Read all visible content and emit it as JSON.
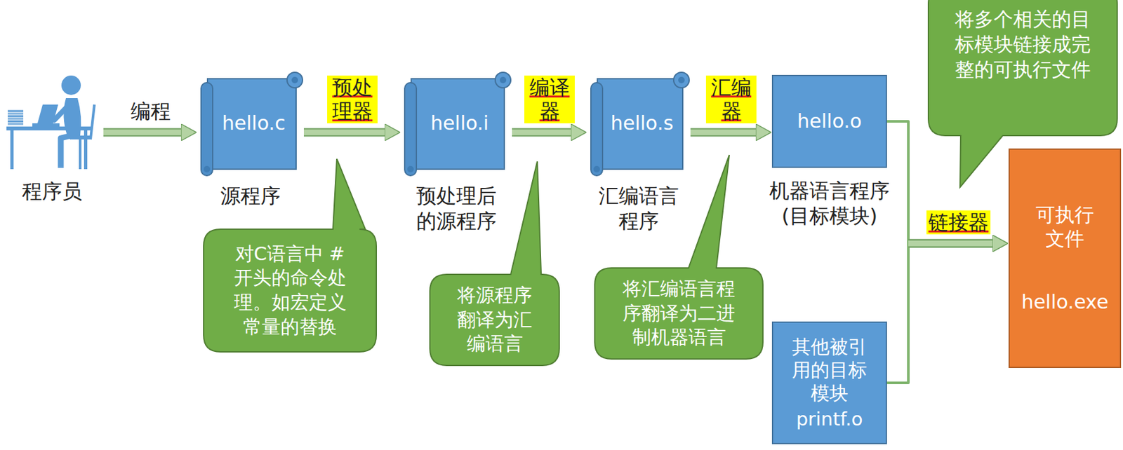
{
  "diagram": {
    "nodes": [
      {
        "text": [
          "程序员"
        ]
      },
      {
        "text": [
          "hello.c",
          "源程序"
        ]
      },
      {
        "text": [
          "hello.i",
          "预处理后 的源程序"
        ]
      },
      {
        "text": [
          "hello.s",
          "汇编语言 程序"
        ]
      },
      {
        "text": [
          "hello.o",
          "机器语言程序 (目标模块)"
        ]
      },
      {
        "text": [
          "将多个相关的目 标模块链接成完 整的可执行文件"
        ]
      },
      {
        "text": [
          "可执行 文件",
          "hello.exe"
        ]
      },
      {
        "text": [
          "对C语言中 # 开头的命令处 理。如宏定义 常量的替换"
        ]
      },
      {
        "text": [
          "将源程序 翻译为汇 编语言"
        ]
      },
      {
        "text": [
          "将汇编语言程 序翻译为二进 制机器语言"
        ]
      },
      {
        "text": [
          "其他被引 用的目标 模块",
          "printf.o"
        ]
      }
    ],
    "edges": [
      {
        "from": 0,
        "to": 1,
        "label": "编程",
        "arrow": "to"
      },
      {
        "from": 1,
        "to": 2,
        "label": "预处 理器",
        "arrow": "to"
      },
      {
        "from": 2,
        "to": 3,
        "label": "编译 器",
        "arrow": "to"
      },
      {
        "from": 3,
        "to": 4,
        "label": "汇编 器",
        "arrow": "to"
      },
      {
        "from": 4,
        "to": 6,
        "label": "链接器",
        "arrow": "to"
      },
      {
        "from": 10,
        "to": 6,
        "arrow": "to"
      }
    ]
  }
}
